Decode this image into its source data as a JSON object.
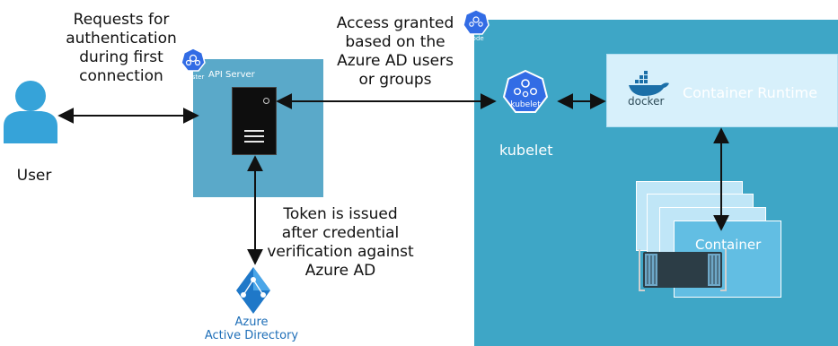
{
  "user": {
    "label": "User"
  },
  "notes": {
    "auth_request": [
      "Requests for",
      "authentication",
      "during first",
      "connection"
    ],
    "access_granted": [
      "Access granted",
      "based on the",
      "Azure AD users",
      "or groups"
    ],
    "token_issued": [
      "Token is issued",
      "after credential",
      "verification against",
      "Azure AD"
    ]
  },
  "api_server": {
    "label": "API Server",
    "badge": "master"
  },
  "node": {
    "badge": "node"
  },
  "kubelet": {
    "label": "kubelet",
    "icon_text": "kubelet"
  },
  "runtime": {
    "label": "Container Runtime",
    "docker_text": "docker"
  },
  "container": {
    "label": "Container"
  },
  "azure_ad": {
    "line1": "Azure",
    "line2": "Active Directory"
  },
  "colors": {
    "api_box": "#5aa9c9",
    "node_box": "#3ea6c6",
    "runtime_box": "#d7f0fb",
    "container_front": "#62bee3",
    "k8s_badge": "#326ce5",
    "azure_blue": "#1f6fb8"
  }
}
